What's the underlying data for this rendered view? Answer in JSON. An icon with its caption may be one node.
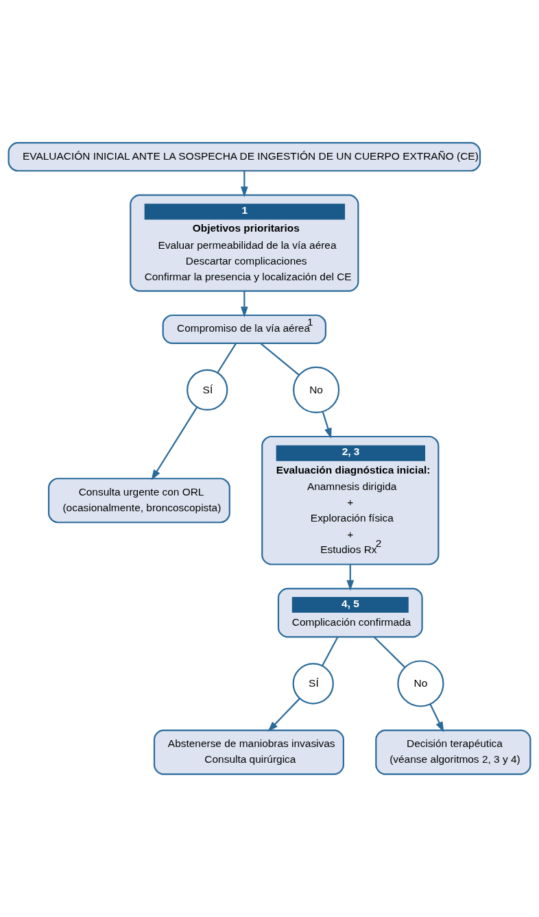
{
  "diagram": {
    "nodes": [
      {
        "text": [
          "EVALUACIÓN INICIAL ANTE LA SOSPECHA DE INGESTIÓN DE UN CUERPO EXTRAÑO (CE)"
        ]
      },
      {
        "text": [
          "1",
          "Objetivos prioritarios",
          "Evaluar permeabilidad de la vía aérea",
          "Descartar complicaciones",
          "Confirmar la presencia y localización del CE"
        ]
      },
      {
        "text": [
          "Compromiso de la vía aérea$^{1}$"
        ]
      },
      {
        "text": [
          "SÍ"
        ]
      },
      {
        "text": [
          "No"
        ]
      },
      {
        "text": [
          "Consulta urgente con ORL",
          "(ocasionalmente, broncoscopista)"
        ]
      },
      {
        "text": [
          "2, 3",
          "Evaluación diagnóstica inicial:",
          "Anamnesis dirigida",
          "+",
          "Exploración física",
          "+",
          "Estudios Rx$^{2}$"
        ]
      },
      {
        "text": [
          "4, 5",
          "Complicación confirmada"
        ]
      },
      {
        "text": [
          "SÍ"
        ]
      },
      {
        "text": [
          "No"
        ]
      },
      {
        "text": [
          "Abstenerse de maniobras invasivas",
          "Consulta quirúrgica"
        ]
      },
      {
        "text": [
          "Decisión terapéutica",
          "(véanse algoritmos 2, 3 y 4)"
        ]
      }
    ],
    "edges": [
      {
        "from": 0,
        "to": 1,
        "arrow": "to"
      },
      {
        "from": 1,
        "to": 2,
        "arrow": "to"
      },
      {
        "from": 2,
        "to": 3,
        "arrow": "none"
      },
      {
        "from": 3,
        "to": 5,
        "arrow": "to"
      },
      {
        "from": 2,
        "to": 4,
        "arrow": "none"
      },
      {
        "from": 4,
        "to": 6,
        "arrow": "to"
      },
      {
        "from": 6,
        "to": 7,
        "arrow": "to"
      },
      {
        "from": 7,
        "to": 8,
        "arrow": "none"
      },
      {
        "from": 8,
        "to": 10,
        "arrow": "to"
      },
      {
        "from": 7,
        "to": 9,
        "arrow": "none"
      },
      {
        "from": 9,
        "to": 11,
        "arrow": "to"
      }
    ]
  }
}
